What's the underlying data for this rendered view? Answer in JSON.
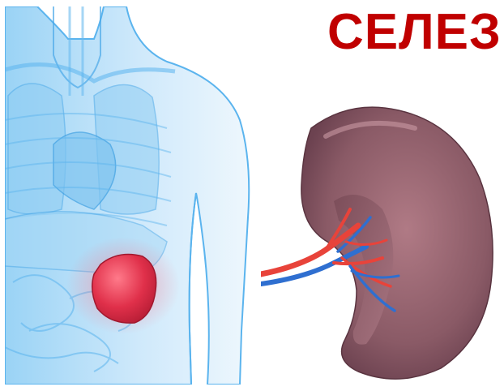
{
  "title": {
    "text": "СЕЛЕЗ",
    "color": "#c00000"
  },
  "illustrations": [
    {
      "name": "torso-anatomy",
      "icon": "translucent-torso-with-highlighted-spleen"
    },
    {
      "name": "spleen-closeup",
      "icon": "spleen-organ-with-artery-and-vein"
    }
  ],
  "colors": {
    "background": "#ffffff",
    "body_blue": "#7fc8f2",
    "organ_red": "#e0304a",
    "spleen_flesh": "#8a5a66",
    "artery": "#e8433a",
    "vein": "#2f6fd0"
  }
}
